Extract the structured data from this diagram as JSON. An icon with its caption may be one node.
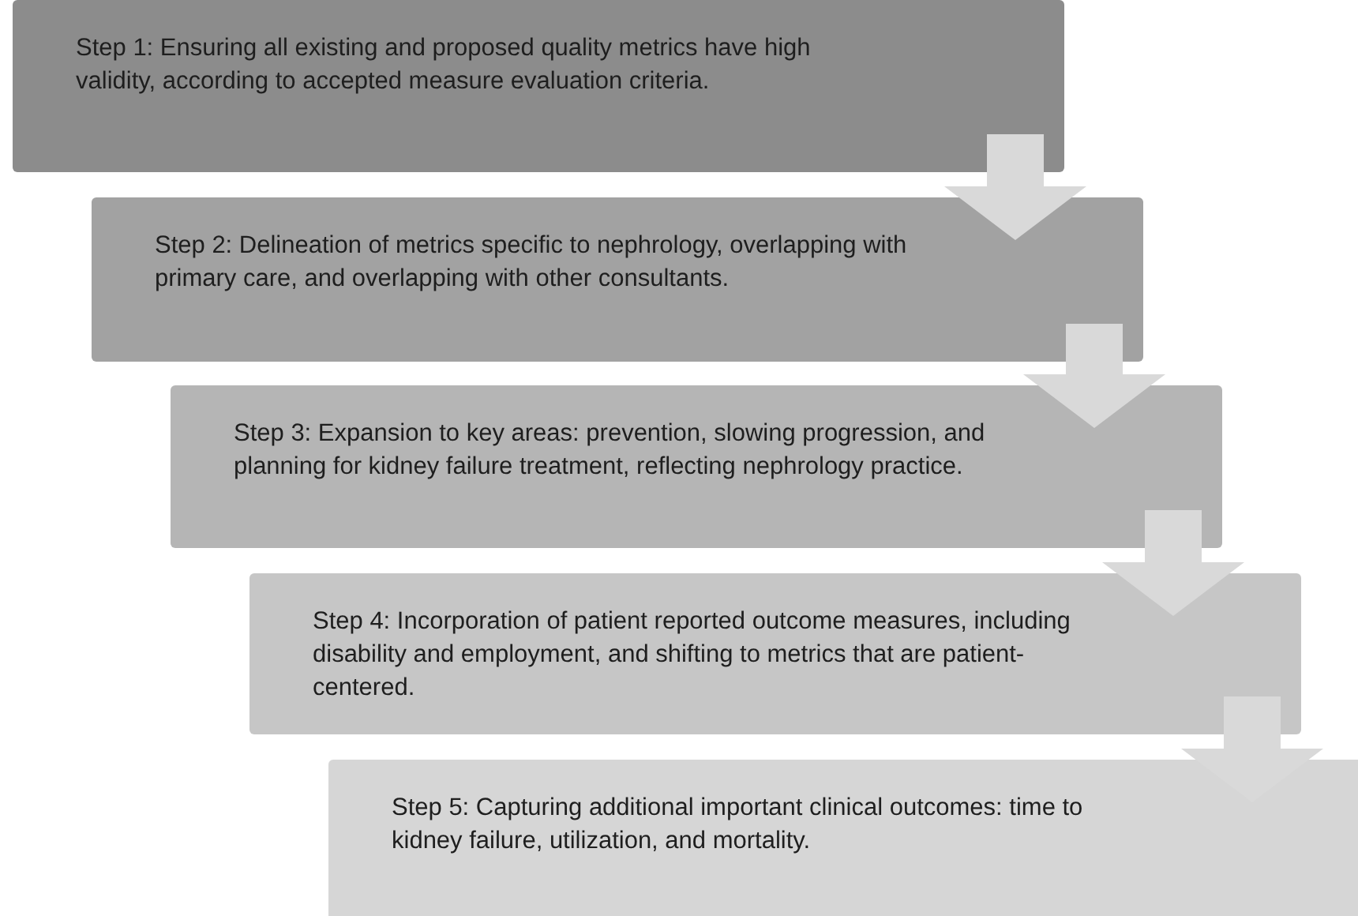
{
  "diagram": {
    "nodes": [
      {
        "text": [
          "Step 1: Ensuring all existing and proposed quality metrics have high validity, according to accepted measure evaluation criteria."
        ]
      },
      {
        "text": [
          "Step 2: Delineation of metrics specific to nephrology, overlapping with primary care, and overlapping with other consultants."
        ]
      },
      {
        "text": [
          "Step 3: Expansion to key areas: prevention, slowing progression, and planning for kidney failure treatment, reflecting nephrology practice."
        ]
      },
      {
        "text": [
          "Step 4: Incorporation of patient reported outcome measures, including disability and employment, and shifting to metrics that are patient-centered."
        ]
      },
      {
        "text": [
          "Step 5: Capturing additional important clinical outcomes: time to kidney failure, utilization, and mortality."
        ]
      }
    ],
    "edges": [
      {
        "from": 0,
        "to": 1,
        "arrow": "to"
      },
      {
        "from": 1,
        "to": 2,
        "arrow": "to"
      },
      {
        "from": 2,
        "to": 3,
        "arrow": "to"
      },
      {
        "from": 3,
        "to": 4,
        "arrow": "to"
      }
    ]
  }
}
